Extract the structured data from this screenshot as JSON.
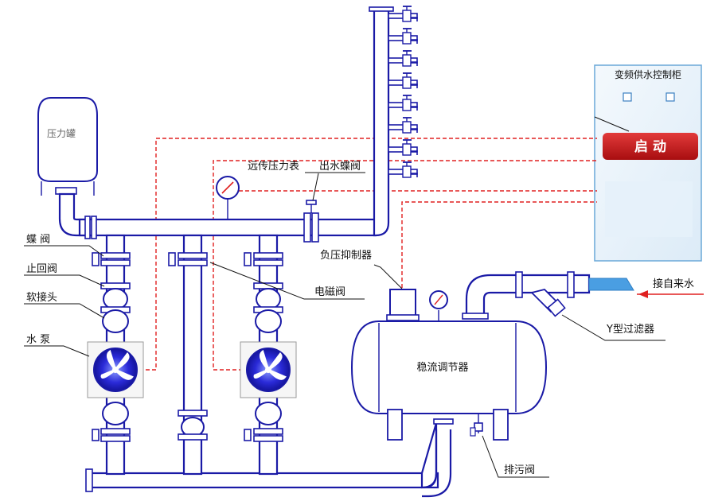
{
  "labels": {
    "pressure_tank": "压力罐",
    "butterfly_valve": "蝶 阀",
    "check_valve": "止回阀",
    "soft_joint": "软接头",
    "water_pump": "水 泵",
    "remote_gauge": "远传压力表",
    "outlet_butterfly_valve": "出水蝶阀",
    "negative_pressure_suppressor": "负压抑制器",
    "solenoid_valve": "电磁阀",
    "tap_water_inlet": "接自来水",
    "y_filter": "Y型过滤器",
    "flow_regulator": "稳流调节器",
    "drain_valve": "排污阀"
  },
  "cabinet": {
    "title": "变频供水控制柜",
    "start_button": "启 动"
  },
  "colors": {
    "pipe": "#1a1aa6",
    "signal": "#e02020",
    "start_button": "#c8181c",
    "cabinet_bg": "#eaf3fb",
    "pump_blue": "#1c1cc8"
  }
}
